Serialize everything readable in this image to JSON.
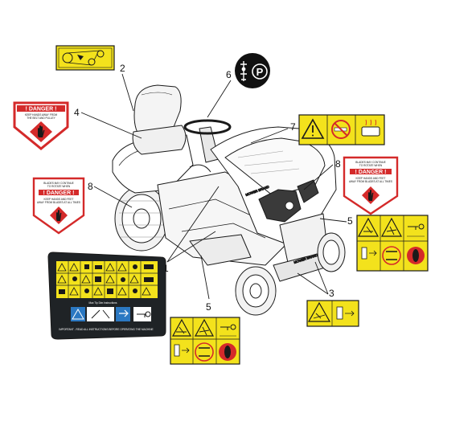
{
  "callouts": [
    {
      "id": "1",
      "label": "1"
    },
    {
      "id": "2",
      "label": "2"
    },
    {
      "id": "3",
      "label": "3"
    },
    {
      "id": "4",
      "label": "4"
    },
    {
      "id": "5a",
      "label": "5"
    },
    {
      "id": "5b",
      "label": "5"
    },
    {
      "id": "6",
      "label": "6"
    },
    {
      "id": "7",
      "label": "7"
    },
    {
      "id": "8a",
      "label": "8"
    },
    {
      "id": "8b",
      "label": "8"
    }
  ],
  "decals": {
    "danger_left": {
      "header": "! DANGER !",
      "body_line1": "KEEP HANDS AWAY FROM",
      "body_line2": "THE BELT AND PULLEY"
    },
    "danger_small_left": {
      "header": "! DANGER !",
      "top_line1": "BLADES MAY CONTINUE",
      "top_line2": "TO ROTATE WHEN",
      "body_line1": "KEEP HANDS AND FEET",
      "body_line2": "AWAY FROM BLADES AT ALL TIMES"
    },
    "danger_small_right": {
      "header": "! DANGER !",
      "top_line1": "BLADES MAY CONTINUE",
      "top_line2": "TO ROTATE WHEN",
      "body_line1": "KEEP HANDS AND FEET",
      "body_line2": "AWAY FROM BLADES AT ALL TIMES"
    },
    "dark_panel": {
      "caption": "Max Tip Dim Instructions",
      "footer": "IMPORTANT - READ ALL INSTRUCTIONS BEFORE OPERATING THE MACHINE"
    },
    "parking": {
      "symbol": "P"
    },
    "mower_brand": "MOWER BRAND"
  },
  "colors": {
    "decal_yellow": "#f3e21c",
    "danger_red": "#d42a2a",
    "panel_dark": "#1f2326",
    "line": "#1a1a1a",
    "info_blue": "#2b78c2"
  }
}
